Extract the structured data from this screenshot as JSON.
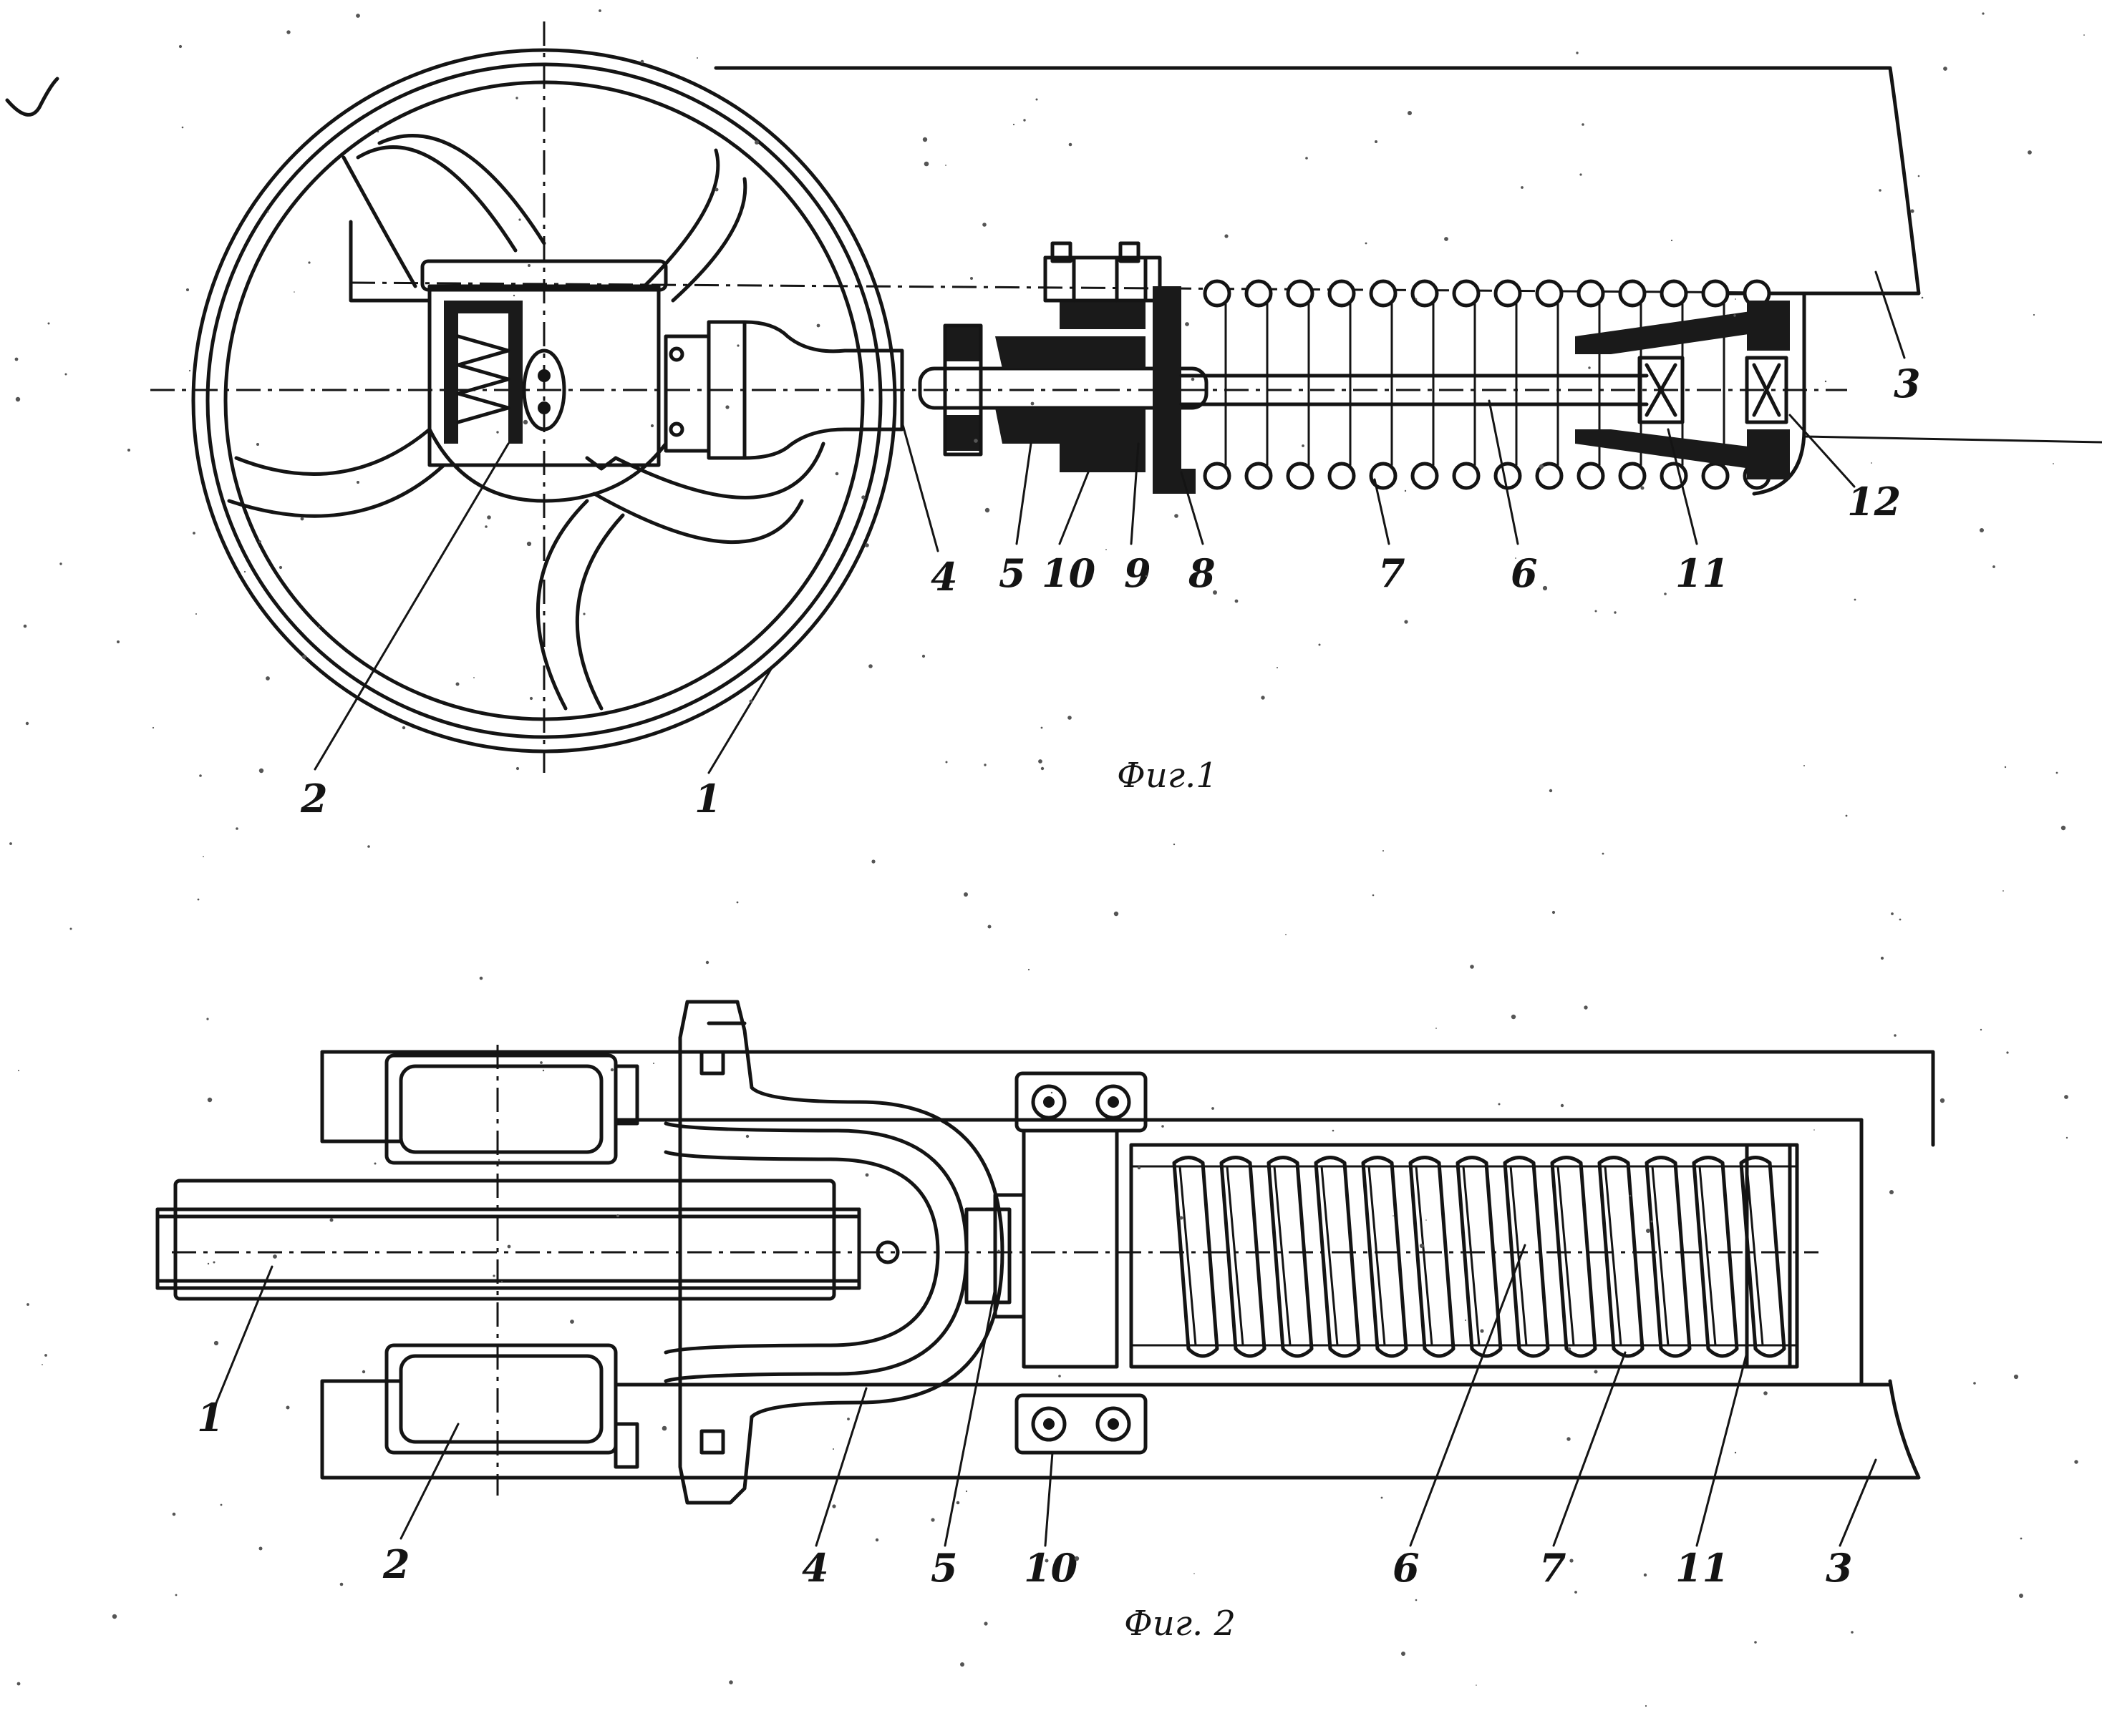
{
  "figures": [
    {
      "id": "fig1",
      "caption": "Фиг.1",
      "labels": [
        "1",
        "2",
        "3",
        "4",
        "5",
        "10",
        "9",
        "8",
        "7",
        "6",
        "11",
        "12"
      ]
    },
    {
      "id": "fig2",
      "caption": "Фиг. 2",
      "labels": [
        "1",
        "2",
        "4",
        "5",
        "10",
        "6",
        "7",
        "11",
        "3"
      ]
    }
  ],
  "margin_mark": "✓",
  "colors": {
    "ink": "#141414",
    "paper": "#ffffff"
  }
}
